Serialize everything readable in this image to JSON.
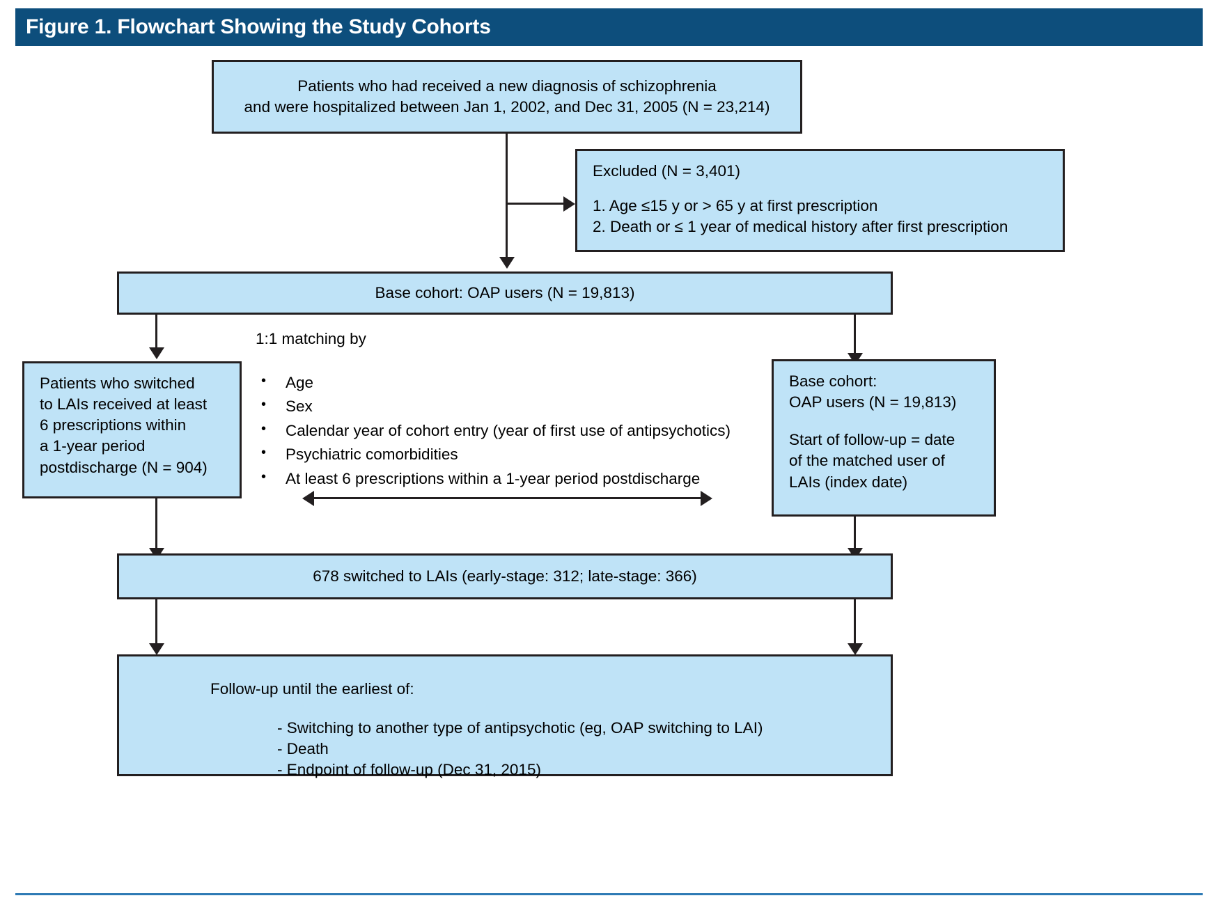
{
  "figure": {
    "title": "Figure 1. Flowchart Showing the Study Cohorts",
    "title_bar_color": "#0d4e7c",
    "box_fill_color": "#bfe3f7",
    "box_border_color": "#231f20",
    "bottom_rule_color": "#2e7ab5"
  },
  "nodes": {
    "source_cohort": {
      "line1": "Patients who had received a new diagnosis of schizophrenia",
      "line2": "and were hospitalized between Jan 1, 2002, and Dec 31, 2005 (N = 23,214)"
    },
    "excluded": {
      "heading": "Excluded (N = 3,401)",
      "item1": "1. Age ≤15 y or > 65 y at first prescription",
      "item2": "2. Death or ≤ 1 year of medical history after first prescription"
    },
    "base_cohort": {
      "label": "Base cohort: OAP users (N = 19,813)"
    },
    "matching": {
      "heading": "1:1 matching by",
      "criteria": [
        "Age",
        "Sex",
        "Calendar year of cohort entry (year of first use of antipsychotics)",
        "Psychiatric comorbidities",
        "At least 6 prescriptions within a 1-year period postdischarge"
      ]
    },
    "lai_switchers": {
      "line1": "Patients who switched",
      "line2": "to LAIs received at least",
      "line3": "6 prescriptions within",
      "line4": "a 1-year period",
      "line5": "postdischarge (N = 904)"
    },
    "matched_base_cohort": {
      "line1": "Base cohort:",
      "line2": "OAP users (N = 19,813)",
      "line3": "Start of follow-up = date",
      "line4": "of the matched user of",
      "line5": "LAIs (index date)"
    },
    "switched_totals": {
      "label": "678 switched to LAIs (early-stage: 312; late-stage: 366)"
    },
    "followup": {
      "heading": "Follow-up until the earliest of:",
      "item1": "- Switching to another type of antipsychotic (eg, OAP switching to LAI)",
      "item2": "- Death",
      "item3": "- Endpoint of follow-up (Dec 31, 2015)"
    }
  }
}
